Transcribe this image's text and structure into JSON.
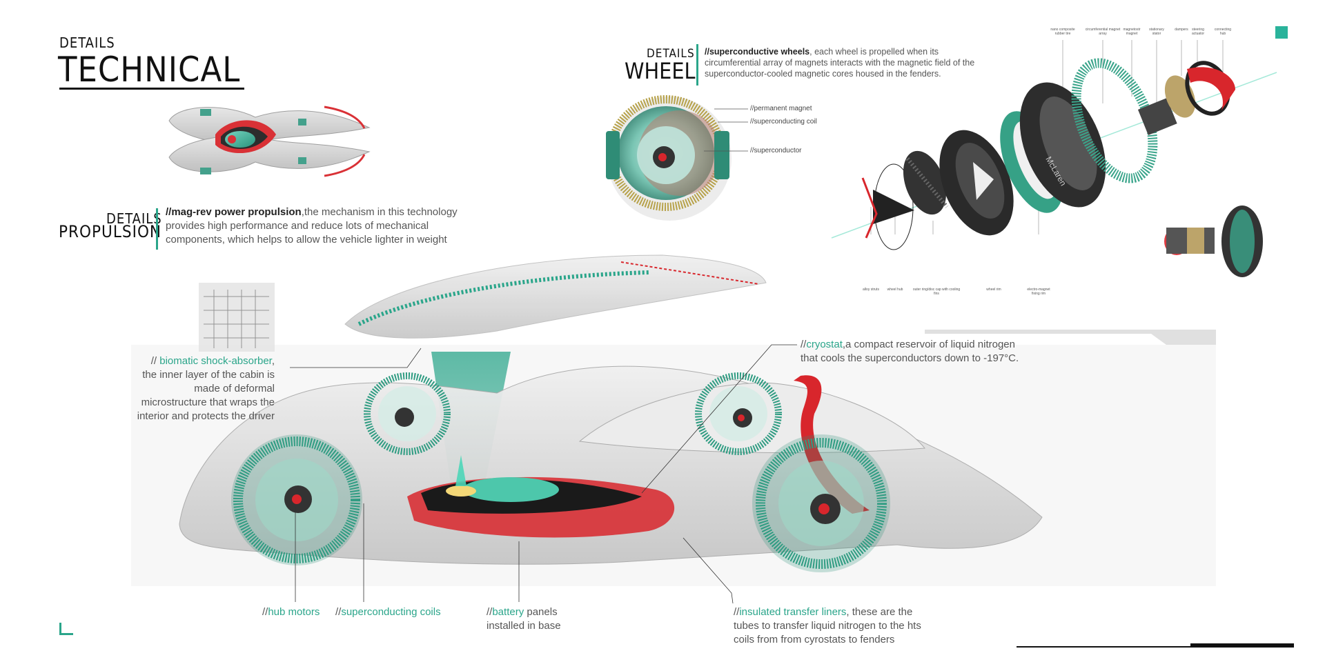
{
  "title": {
    "small": "DETAILS",
    "big": "TECHNICAL"
  },
  "wheel_section": {
    "small": "DETAILS",
    "big": "WHEEL",
    "desc_lead": "//superconductive wheels",
    "desc_rest": ", each wheel is propelled when its circumferential array of magnets interacts with the magnetic field of the superconductor-cooled magnetic cores housed in the fenders.",
    "labels": [
      "//permanent magnet",
      "//superconducting coil",
      "//superconductor"
    ]
  },
  "exploded_labels_top": [
    "nano composite rubber tire",
    "circumferential magnet array",
    "magnetostr magnet",
    "stationary stator",
    "dampers",
    "steering actuator",
    "connecting hub"
  ],
  "exploded_labels_bottom": [
    "alloy struts",
    "wheel hub",
    "outer ring/disc cap with cooling fins",
    "wheel rim",
    "electro-magnet fixing rim"
  ],
  "propulsion_section": {
    "small": "DETAILS",
    "big": "PROPULSION",
    "desc_lead": "//mag-rev power propulsion",
    "desc_rest": ",the mechanism in  this technology provides high performance and reduce lots of mechanical components, which helps to allow the vehicle lighter in weight"
  },
  "callouts": {
    "shock": {
      "prefix": "// ",
      "term": "biomatic shock-absorber",
      "rest": ",\nthe inner layer of the cabin is\nmade of deformal\nmicrostructure that wraps the\ninterior and protects the driver"
    },
    "cryostat": {
      "prefix": "//",
      "term": "cryostat",
      "rest": ",a compact reservoir of liquid nitrogen\nthat cools the superconductors down to -197°C."
    },
    "hub": {
      "prefix": "//",
      "term": "hub motors"
    },
    "coils": {
      "prefix": "//",
      "term": "superconducting coils"
    },
    "battery": {
      "prefix": "//",
      "term": "battery",
      "rest": " panels\ninstalled in base"
    },
    "liners": {
      "prefix": "//",
      "term": "insulated transfer liners",
      "rest": ",  these are the\ntubes to transfer liquid nitrogen to the hts\ncoils from from cyrostats to fenders"
    }
  },
  "brand_text": "McLaren",
  "colors": {
    "accent": "#2aa58a",
    "red": "#d8262c",
    "dark": "#1a1a1a"
  }
}
